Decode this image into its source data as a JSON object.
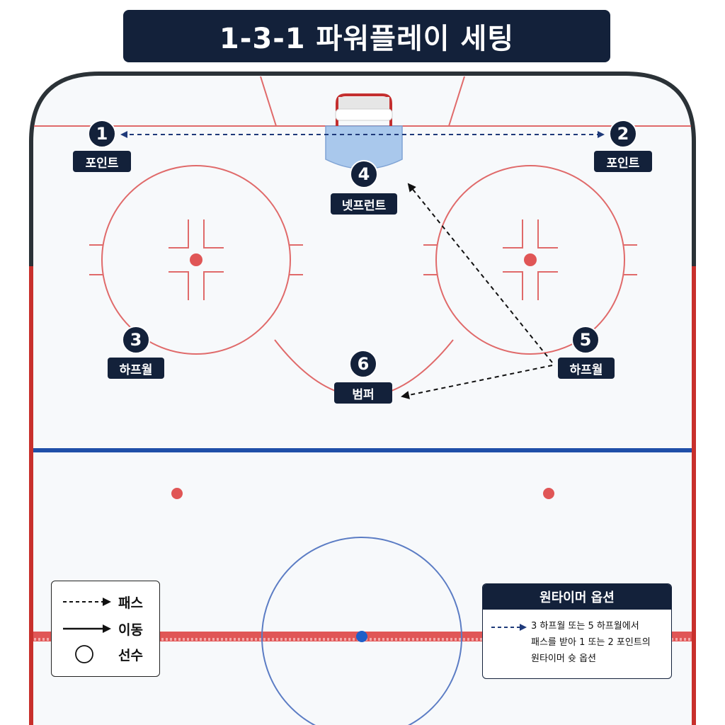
{
  "title": "1-3-1 파워플레이 세팅",
  "players": [
    {
      "number": "1",
      "role": "포인트"
    },
    {
      "number": "2",
      "role": "포인트"
    },
    {
      "number": "3",
      "role": "하프월"
    },
    {
      "number": "4",
      "role": "넷프런트"
    },
    {
      "number": "5",
      "role": "하프월"
    },
    {
      "number": "6",
      "role": "범퍼"
    }
  ],
  "legend": {
    "pass": "패스",
    "move": "이동",
    "player": "선수"
  },
  "option": {
    "title": "원타이머 옵션",
    "lines": [
      "3 하프월 또는 5 하프월에서",
      "패스를 받아 1 또는 2 포인트의",
      "원타이머 슛 옵션"
    ]
  },
  "colors": {
    "navy": "#13213a",
    "red_line": "#d23a3a",
    "blue_line": "#1f4fa8",
    "crease": "#a9c8ec"
  }
}
